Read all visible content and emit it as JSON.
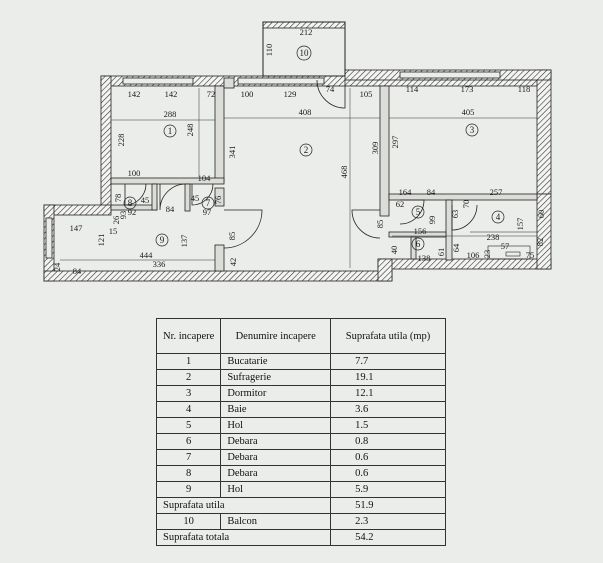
{
  "plan": {
    "rooms": [
      {
        "id": "room-1",
        "number": "1"
      },
      {
        "id": "room-2",
        "number": "2"
      },
      {
        "id": "room-3",
        "number": "3"
      },
      {
        "id": "room-4",
        "number": "4"
      },
      {
        "id": "room-5",
        "number": "5"
      },
      {
        "id": "room-6",
        "number": "6"
      },
      {
        "id": "room-7",
        "number": "7"
      },
      {
        "id": "room-8",
        "number": "8"
      },
      {
        "id": "room-9",
        "number": "9"
      },
      {
        "id": "room-10",
        "number": "10"
      }
    ],
    "dimensions": [
      "212",
      "110",
      "142",
      "142",
      "72",
      "100",
      "129",
      "74",
      "105",
      "114",
      "173",
      "118",
      "288",
      "408",
      "405",
      "228",
      "248",
      "341",
      "468",
      "309",
      "297",
      "100",
      "104",
      "164",
      "84",
      "257",
      "45",
      "78",
      "45",
      "84",
      "92",
      "97",
      "76",
      "62",
      "99",
      "63",
      "70",
      "157",
      "60",
      "147",
      "121",
      "26",
      "15",
      "93",
      "137",
      "85",
      "156",
      "238",
      "444",
      "336",
      "42",
      "24",
      "84",
      "40",
      "61",
      "64",
      "106",
      "57",
      "138",
      "75",
      "82",
      "23",
      "85"
    ]
  },
  "table": {
    "headers": {
      "number": "Nr. incapere",
      "name": "Denumire incapere",
      "area": "Suprafata utila (mp)"
    },
    "rows": [
      {
        "number": "1",
        "name": "Bucatarie",
        "area": "7.7"
      },
      {
        "number": "2",
        "name": "Sufragerie",
        "area": "19.1"
      },
      {
        "number": "3",
        "name": "Dormitor",
        "area": "12.1"
      },
      {
        "number": "4",
        "name": "Baie",
        "area": "3.6"
      },
      {
        "number": "5",
        "name": "Hol",
        "area": "1.5"
      },
      {
        "number": "6",
        "name": "Debara",
        "area": "0.8"
      },
      {
        "number": "7",
        "name": "Debara",
        "area": "0.6"
      },
      {
        "number": "8",
        "name": "Debara",
        "area": "0.6"
      },
      {
        "number": "9",
        "name": "Hol",
        "area": "5.9"
      }
    ],
    "usable_total": {
      "label": "Suprafata utila",
      "area": "51.9"
    },
    "balcony": {
      "number": "10",
      "name": "Balcon",
      "area": "2.3"
    },
    "grand_total": {
      "label": "Suprafata totala",
      "area": "54.2"
    }
  }
}
